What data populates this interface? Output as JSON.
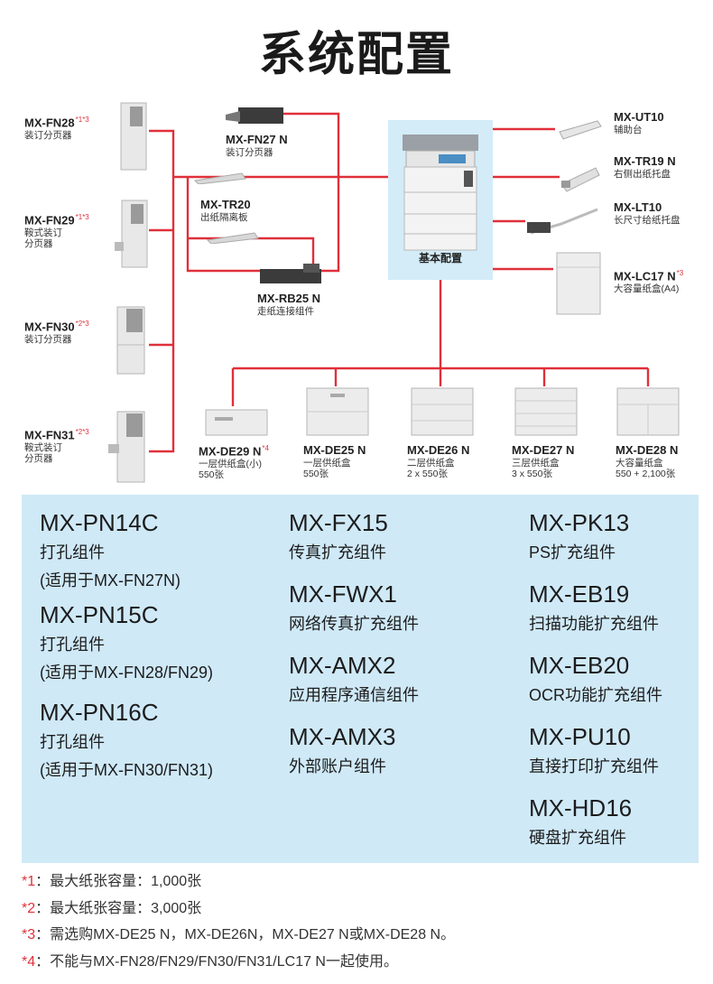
{
  "title": "系统配置",
  "core": {
    "label": "基本配置"
  },
  "left_options": [
    {
      "code": "MX-FN28",
      "mark": "*1*3",
      "desc": "装订分页器"
    },
    {
      "code": "MX-FN29",
      "mark": "*1*3",
      "desc": "鞍式装订\n分页器"
    },
    {
      "code": "MX-FN30",
      "mark": "*2*3",
      "desc": "装订分页器"
    },
    {
      "code": "MX-FN31",
      "mark": "*2*3",
      "desc": "鞍式装订\n分页器"
    }
  ],
  "middle_options": [
    {
      "code": "MX-FN27 N",
      "mark": "",
      "desc": "装订分页器"
    },
    {
      "code": "MX-TR20",
      "mark": "",
      "desc": "出纸隔离板"
    },
    {
      "code": "MX-RB25 N",
      "mark": "",
      "desc": "走纸连接组件"
    }
  ],
  "right_options": [
    {
      "code": "MX-UT10",
      "mark": "",
      "desc": "辅助台"
    },
    {
      "code": "MX-TR19 N",
      "mark": "",
      "desc": "右侧出纸托盘"
    },
    {
      "code": "MX-LT10",
      "mark": "",
      "desc": "长尺寸给纸托盘"
    },
    {
      "code": "MX-LC17 N",
      "mark": "*3",
      "desc": "大容量纸盒(A4)"
    }
  ],
  "bottom_options": [
    {
      "code": "MX-DE29 N",
      "mark": "*4",
      "desc": "一层供纸盒(小)\n550张"
    },
    {
      "code": "MX-DE25 N",
      "mark": "",
      "desc": "一层供纸盒\n550张"
    },
    {
      "code": "MX-DE26 N",
      "mark": "",
      "desc": "二层供纸盒\n2 x 550张"
    },
    {
      "code": "MX-DE27 N",
      "mark": "",
      "desc": "三层供纸盒\n3 x 550张"
    },
    {
      "code": "MX-DE28 N",
      "mark": "",
      "desc": "大容量纸盒\n550 + 2,100张"
    }
  ],
  "kits": {
    "col1": [
      {
        "code": "MX-PN14C",
        "desc": "打孔组件",
        "note": "(适用于MX-FN27N)"
      },
      {
        "code": "MX-PN15C",
        "desc": "打孔组件",
        "note": "(适用于MX-FN28/FN29)"
      },
      {
        "code": "MX-PN16C",
        "desc": "打孔组件",
        "note": "(适用于MX-FN30/FN31)"
      }
    ],
    "col2": [
      {
        "code": "MX-FX15",
        "desc": "传真扩充组件"
      },
      {
        "code": "MX-FWX1",
        "desc": "网络传真扩充组件"
      },
      {
        "code": "MX-AMX2",
        "desc": "应用程序通信组件"
      },
      {
        "code": "MX-AMX3",
        "desc": "外部账户组件"
      }
    ],
    "col3": [
      {
        "code": "MX-PK13",
        "desc": "PS扩充组件"
      },
      {
        "code": "MX-EB19",
        "desc": "扫描功能扩充组件"
      },
      {
        "code": "MX-EB20",
        "desc": "OCR功能扩充组件"
      },
      {
        "code": "MX-PU10",
        "desc": "直接打印扩充组件"
      },
      {
        "code": "MX-HD16",
        "desc": "硬盘扩充组件"
      }
    ]
  },
  "footnotes": [
    {
      "mark": "*1",
      "text": "：最大纸张容量：1,000张"
    },
    {
      "mark": "*2",
      "text": "：最大纸张容量：3,000张"
    },
    {
      "mark": "*3",
      "text": "：需选购MX-DE25 N，MX-DE26N，MX-DE27 N或MX-DE28 N。"
    },
    {
      "mark": "*4",
      "text": "：不能与MX-FN28/FN29/FN30/FN31/LC17 N一起使用。"
    }
  ],
  "colors": {
    "line": "#e0303a",
    "panel": "#cfe9f7",
    "core": "#d3ecf8"
  }
}
